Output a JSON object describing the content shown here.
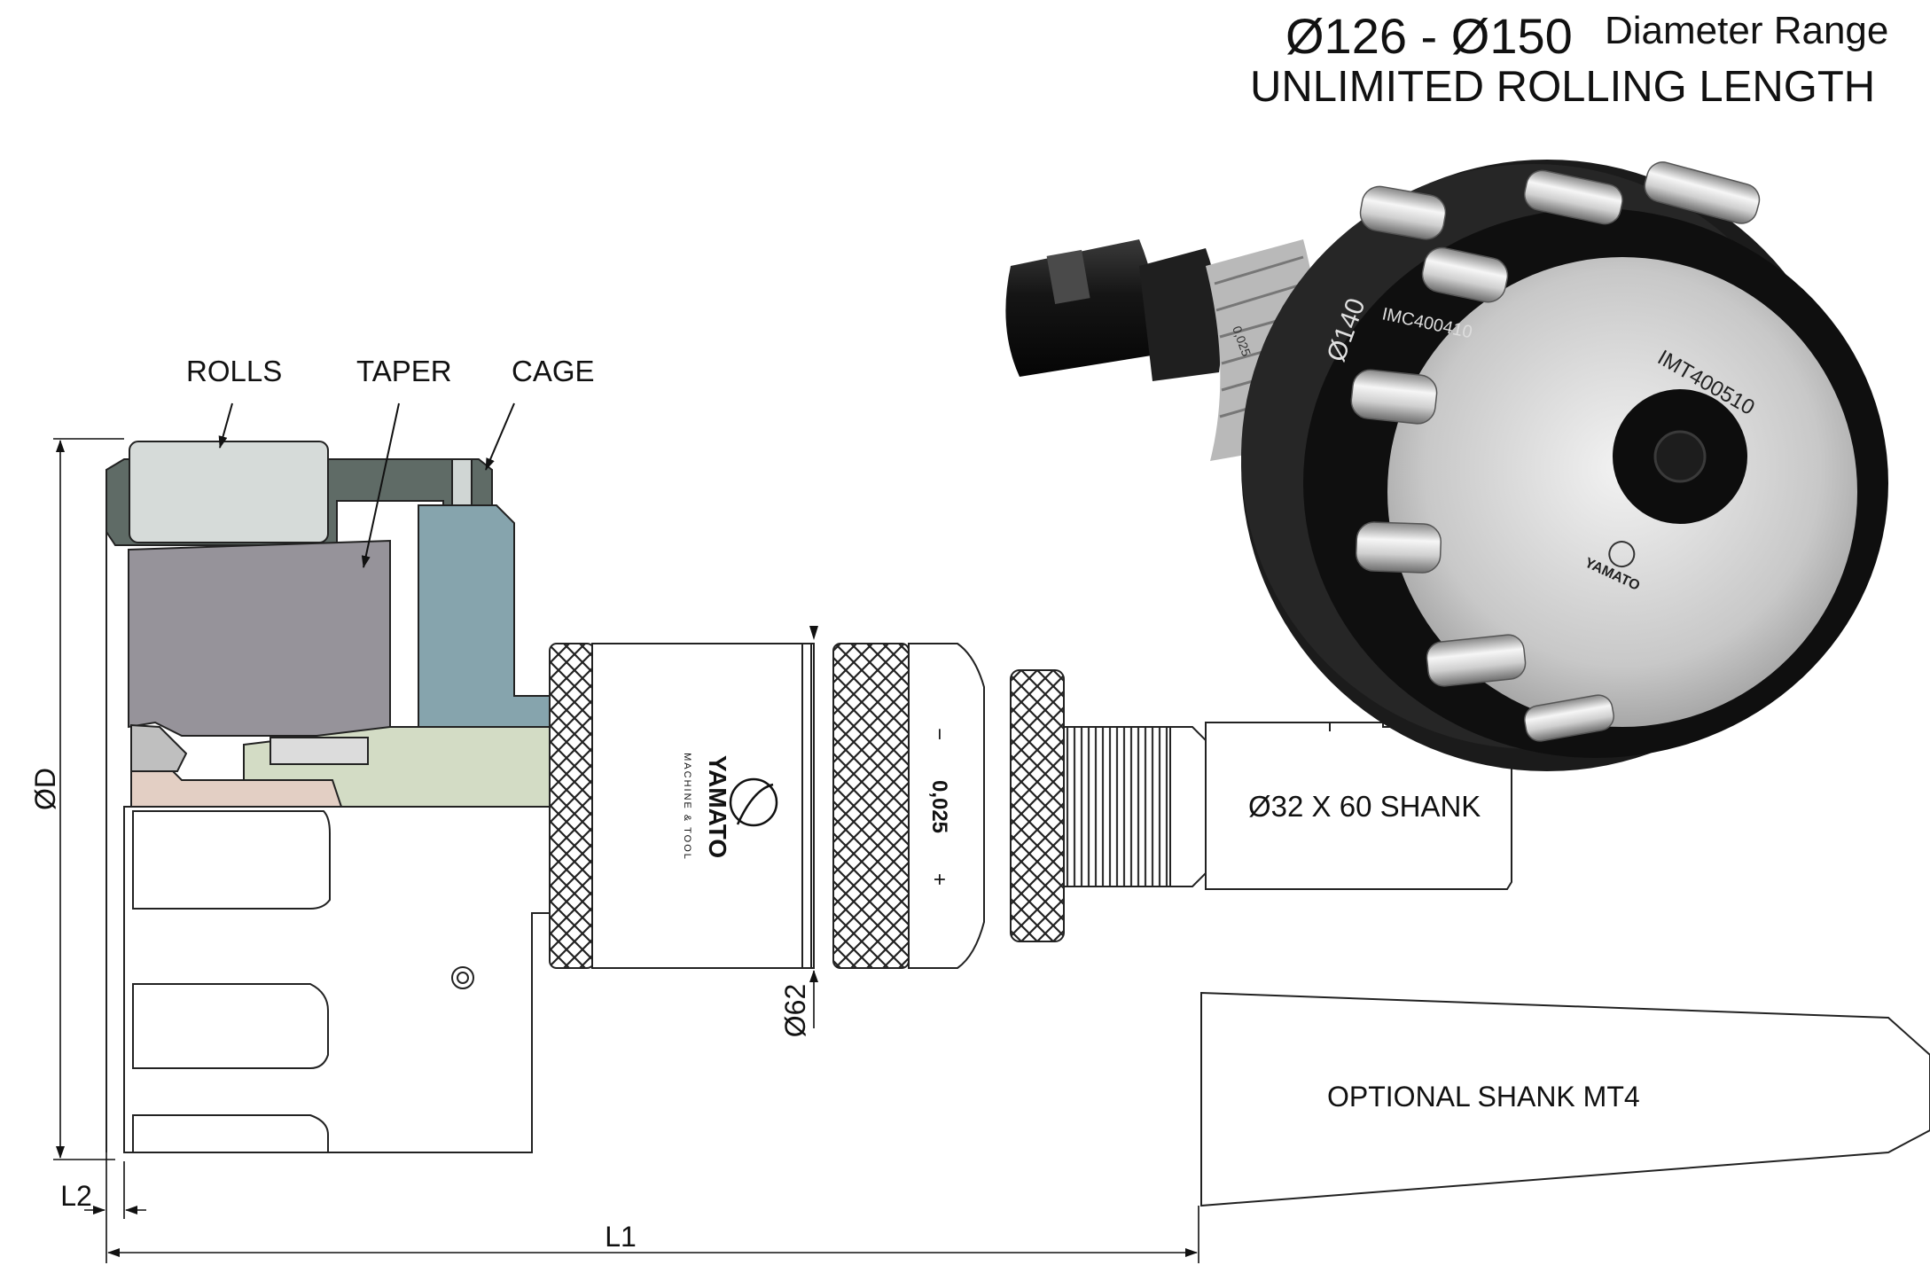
{
  "header": {
    "range": "Ø126 - Ø150",
    "range_label": "Diameter Range",
    "rolling": "UNLIMITED ROLLING LENGTH"
  },
  "callouts": {
    "rolls": "ROLLS",
    "taper": "TAPER",
    "cage": "CAGE"
  },
  "dimensions": {
    "diameter": "ØD",
    "neck": "Ø62",
    "l1": "L1",
    "l2": "L2"
  },
  "labels": {
    "shank": "Ø32 X 60 SHANK",
    "optional_shank": "OPTIONAL SHANK MT4",
    "adjust": "0,025",
    "adjust_minus": "−",
    "adjust_plus": "+"
  },
  "branding": {
    "brand": "YAMATO",
    "sub": "MACHINE & TOOL"
  },
  "photo": {
    "size_mark": "Ø140",
    "cage_code": "IMC400410",
    "tool_code": "IMT400510",
    "scale_mark": "0,025"
  },
  "colors": {
    "rolls": "#d6dbd9",
    "taper": "#96939a",
    "cage": "#5f6b66",
    "body": "#86a4ad",
    "arbor": "#d3dcc5",
    "nut": "#e3cfc4",
    "tool_black": "#1b1b1b"
  }
}
